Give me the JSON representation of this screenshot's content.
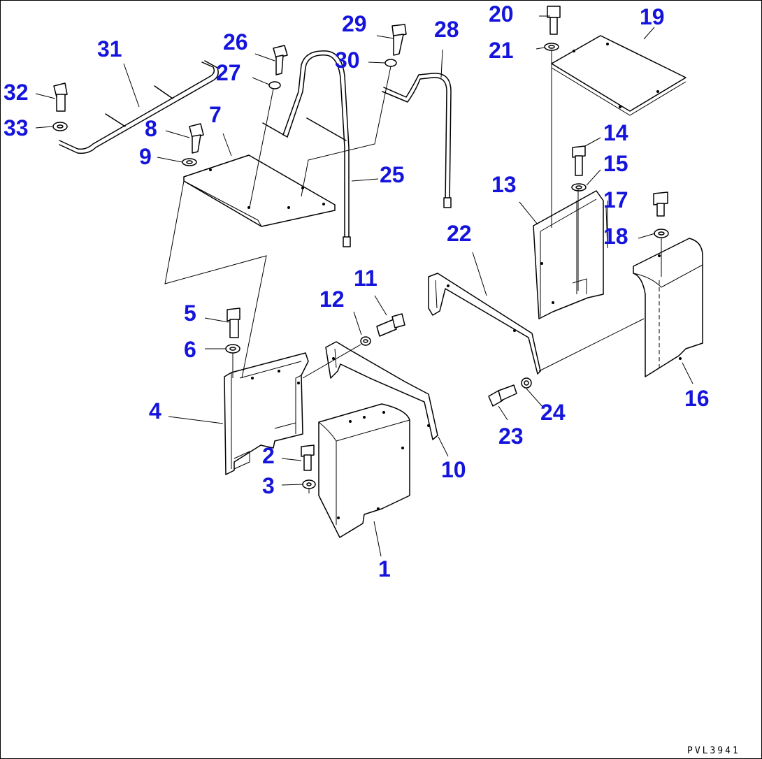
{
  "drawing_code": "PVL3941",
  "callout_color": "#1414dc",
  "callouts": [
    {
      "id": "c1",
      "label": "1"
    },
    {
      "id": "c2",
      "label": "2"
    },
    {
      "id": "c3",
      "label": "3"
    },
    {
      "id": "c4",
      "label": "4"
    },
    {
      "id": "c5",
      "label": "5"
    },
    {
      "id": "c6",
      "label": "6"
    },
    {
      "id": "c7",
      "label": "7"
    },
    {
      "id": "c8",
      "label": "8"
    },
    {
      "id": "c9",
      "label": "9"
    },
    {
      "id": "c10",
      "label": "10"
    },
    {
      "id": "c11",
      "label": "11"
    },
    {
      "id": "c12",
      "label": "12"
    },
    {
      "id": "c13",
      "label": "13"
    },
    {
      "id": "c14",
      "label": "14"
    },
    {
      "id": "c15",
      "label": "15"
    },
    {
      "id": "c16",
      "label": "16"
    },
    {
      "id": "c17",
      "label": "17"
    },
    {
      "id": "c18",
      "label": "18"
    },
    {
      "id": "c19",
      "label": "19"
    },
    {
      "id": "c20",
      "label": "20"
    },
    {
      "id": "c21",
      "label": "21"
    },
    {
      "id": "c22",
      "label": "22"
    },
    {
      "id": "c23",
      "label": "23"
    },
    {
      "id": "c24",
      "label": "24"
    },
    {
      "id": "c25",
      "label": "25"
    },
    {
      "id": "c26",
      "label": "26"
    },
    {
      "id": "c27",
      "label": "27"
    },
    {
      "id": "c28",
      "label": "28"
    },
    {
      "id": "c29",
      "label": "29"
    },
    {
      "id": "c30",
      "label": "30"
    },
    {
      "id": "c31",
      "label": "31"
    },
    {
      "id": "c32",
      "label": "32"
    },
    {
      "id": "c33",
      "label": "33"
    }
  ]
}
